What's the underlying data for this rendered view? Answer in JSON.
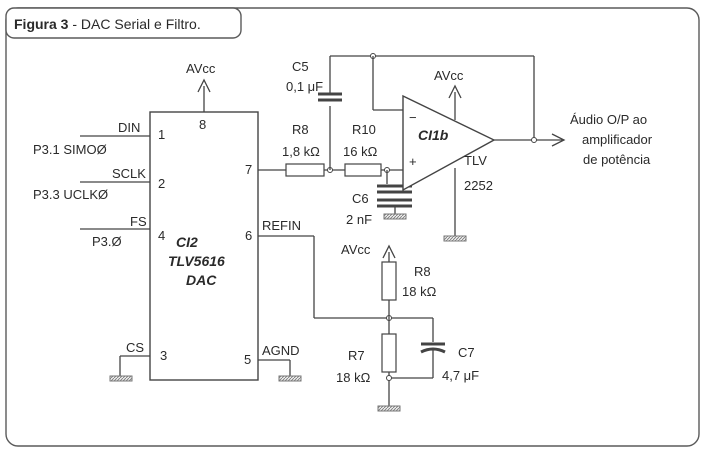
{
  "figure": {
    "label_bold": "Figura 3",
    "label_rest": " - DAC Serial e Filtro."
  },
  "dac": {
    "name": "CI2",
    "part": "TLV5616",
    "type": "DAC",
    "pins": {
      "din": {
        "name": "DIN",
        "num": "1",
        "signal": "P3.1 SIMOØ"
      },
      "sclk": {
        "name": "SCLK",
        "num": "2",
        "signal": "P3.3 UCLKØ"
      },
      "fs": {
        "name": "FS",
        "num": "4",
        "signal": "P3.Ø"
      },
      "cs": {
        "name": "CS",
        "num": "3"
      },
      "avcc": {
        "num": "8"
      },
      "out": {
        "num": "7"
      },
      "refin": {
        "name": "REFIN",
        "num": "6"
      },
      "agnd": {
        "name": "AGND",
        "num": "5"
      }
    }
  },
  "opamp": {
    "name": "CI1b",
    "part_line1": "TLV",
    "part_line2": "2252",
    "minus": "−",
    "plus": "+"
  },
  "supply": {
    "label": "AVcc"
  },
  "components": {
    "c5": {
      "name": "C5",
      "value": "0,1 μF"
    },
    "r8_filter": {
      "name": "R8",
      "value": "1,8 kΩ"
    },
    "r10": {
      "name": "R10",
      "value": "16 kΩ"
    },
    "c6": {
      "name": "C6",
      "value": "2 nF"
    },
    "r8_ref": {
      "name": "R8",
      "value": "18 kΩ"
    },
    "r7": {
      "name": "R7",
      "value": "18 kΩ"
    },
    "c7": {
      "name": "C7",
      "value": "4,7 μF"
    }
  },
  "output": {
    "line1": "Áudio O/P ao",
    "line2": "amplificador",
    "line3": "de potência"
  }
}
